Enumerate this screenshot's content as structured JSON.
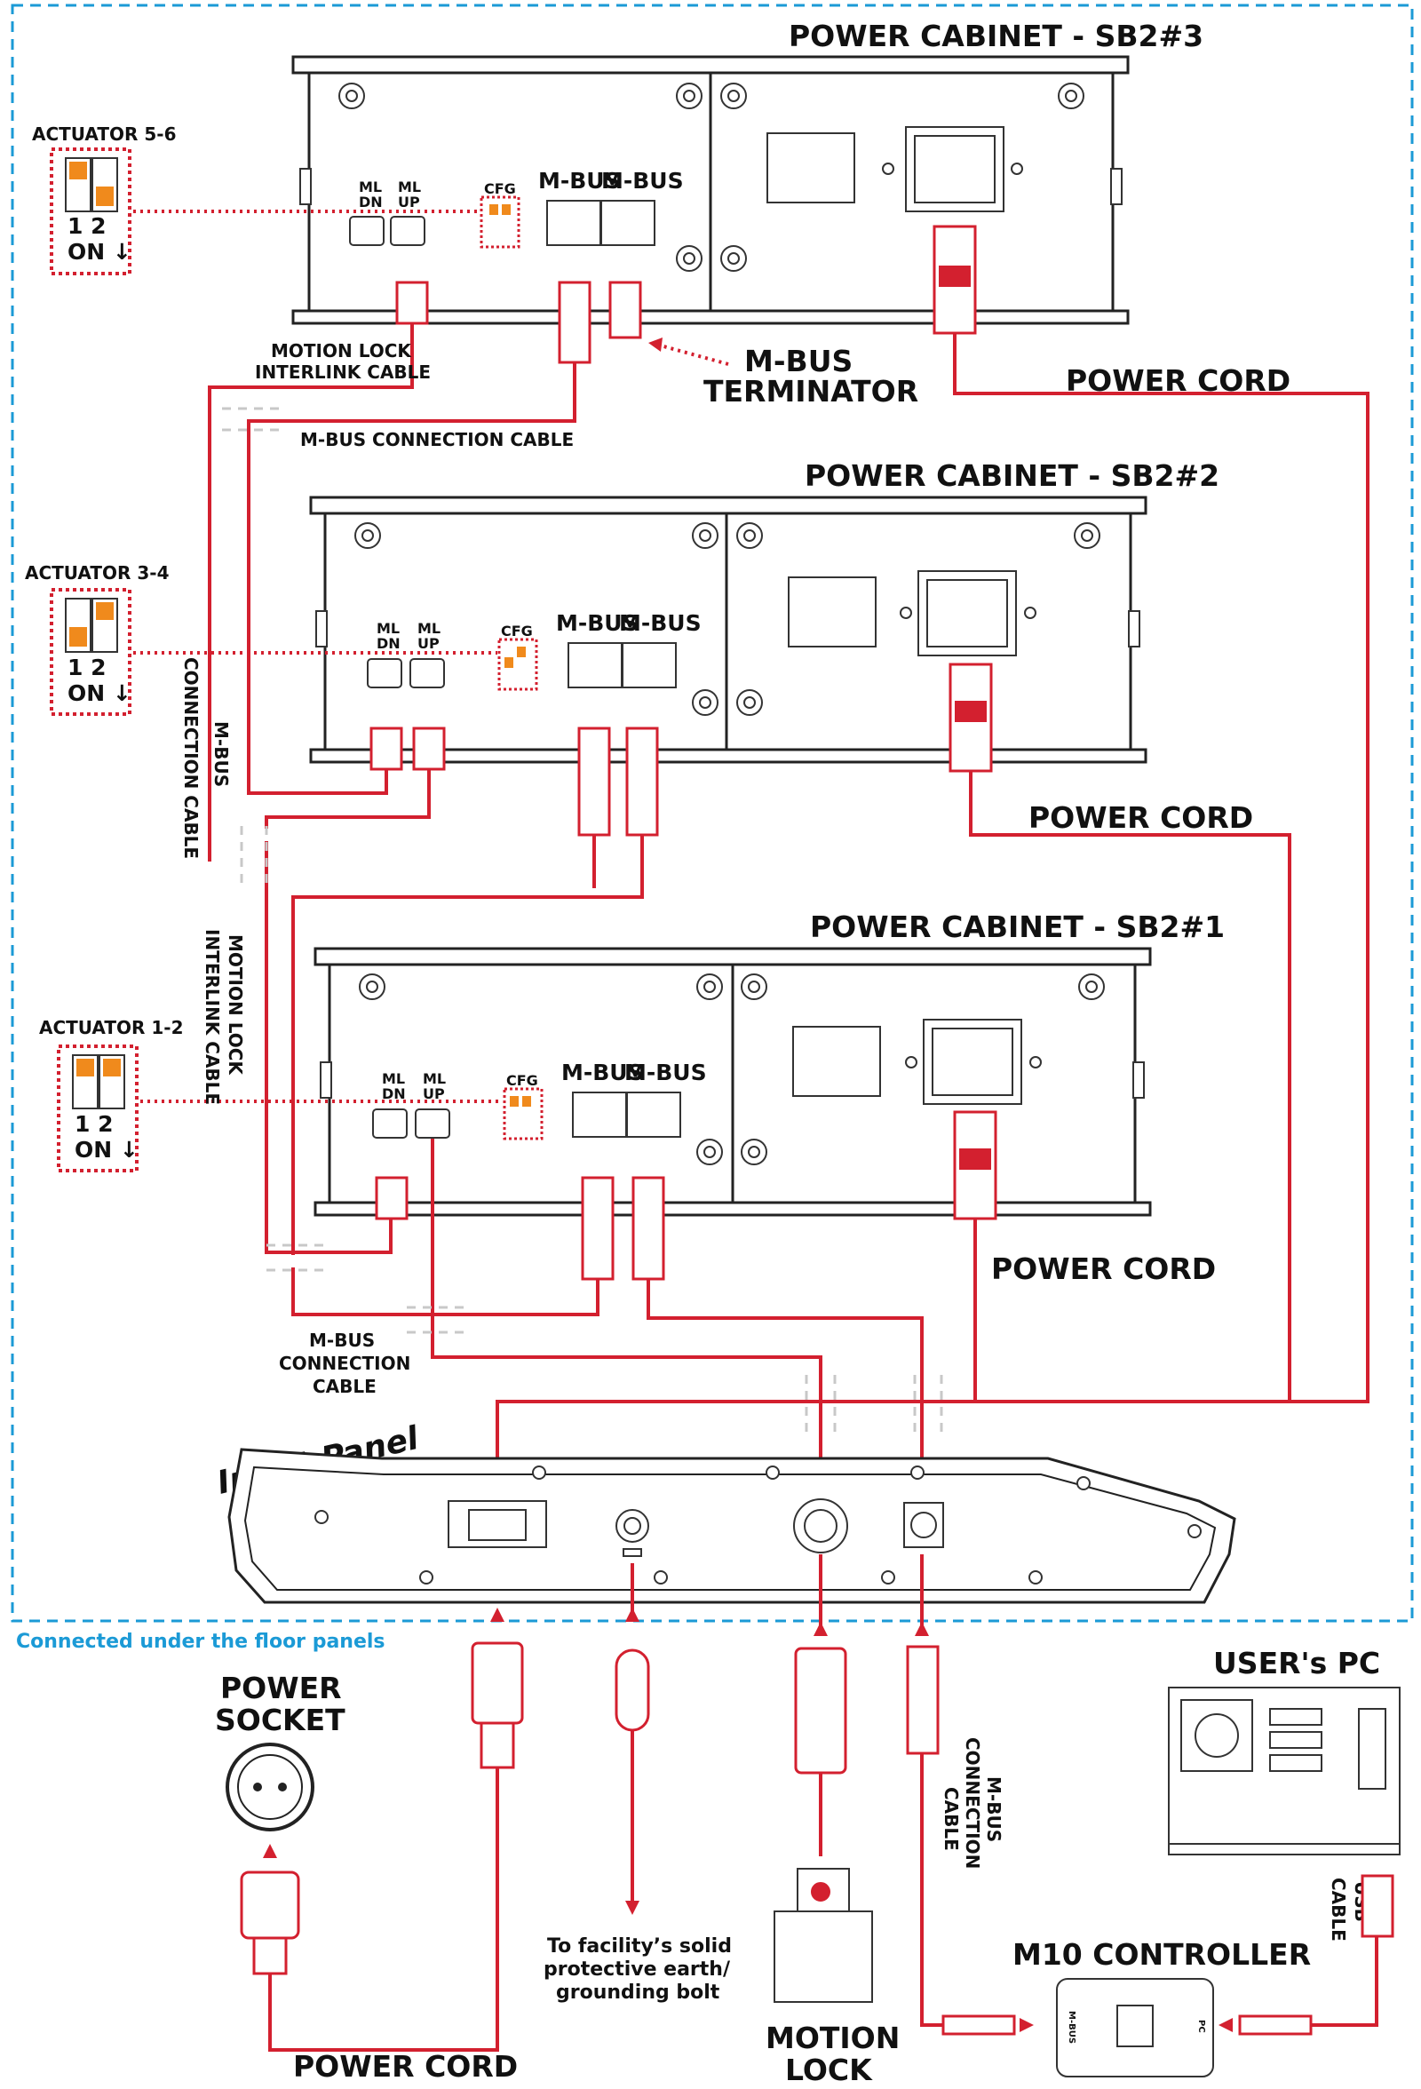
{
  "floor_note": "Connected under the floor panels",
  "cabinets": [
    {
      "title": "POWER CABINET - SB2#3"
    },
    {
      "title": "POWER CABINET - SB2#2"
    },
    {
      "title": "POWER CABINET - SB2#1"
    }
  ],
  "port_labels": {
    "ml": "ML",
    "dn": "DN",
    "up": "UP",
    "cfg": "CFG",
    "mbus": "M-BUS",
    "cfg_numbers": "1 2",
    "cfg_on": "ON"
  },
  "actuators": [
    {
      "label": "ACTUATOR 5-6",
      "numbers": "1   2",
      "on": "ON ↓"
    },
    {
      "label": "ACTUATOR 3-4",
      "numbers": "1   2",
      "on": "ON ↓"
    },
    {
      "label": "ACTUATOR 1-2",
      "numbers": "1   2",
      "on": "ON ↓"
    }
  ],
  "cable_labels": {
    "motion_lock_interlink_l1": "MOTION LOCK",
    "motion_lock_interlink_l2": "INTERLINK CABLE",
    "mbus_conn_top": "M-BUS CONNECTION CABLE",
    "mbus_vertical_l1": "M-BUS",
    "mbus_vertical_l2": "CONNECTION CABLE",
    "ml_vertical_l1": "MOTION LOCK",
    "ml_vertical_l2": "INTERLINK CABLE",
    "mbus_terminator_l1": "M-BUS",
    "mbus_terminator_l2": "TERMINATOR",
    "power_cord": "POWER CORD",
    "mbus_bottom_l1": "M-BUS",
    "mbus_bottom_l2": "CONNECTION",
    "mbus_bottom_l3": "CABLE",
    "mbus_pc_l1": "M-BUS",
    "mbus_pc_l2": "CONNECTION",
    "mbus_pc_l3": "CABLE",
    "usb_l1": "USB",
    "usb_l2": "CABLE"
  },
  "input_panel": "Input Panel",
  "power_socket_l1": "POWER",
  "power_socket_l2": "SOCKET",
  "ground_text": [
    "To facility’s solid",
    "protective earth/",
    "grounding bolt"
  ],
  "motion_lock_l1": "MOTION",
  "motion_lock_l2": "LOCK",
  "users_pc": "USER's PC",
  "m10_controller": "M10 CONTROLLER",
  "m10_ports": {
    "mbus": "M-BUS",
    "pc": "PC"
  },
  "colors": {
    "cable": "#d3202f",
    "border": "#1b9ad6",
    "switch": "#f08a1c"
  }
}
